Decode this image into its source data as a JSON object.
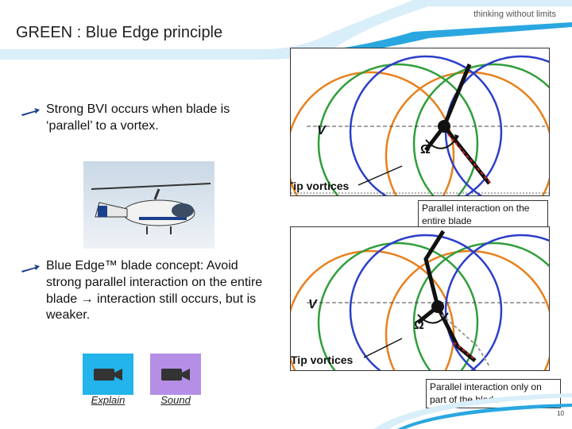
{
  "header": {
    "tagline": "thinking without limits",
    "title": "GREEN : Blue Edge principle"
  },
  "bullets": [
    {
      "text": "Strong BVI occurs when blade is ‘parallel’ to a vortex."
    },
    {
      "text": "Blue Edge™ blade concept: Avoid strong  parallel interaction on the entire blade → interaction still occurs, but is weaker."
    }
  ],
  "diagram1": {
    "v_label": "V",
    "omega_label": "Ω",
    "tip_label": "Tip vortices",
    "callout": "Parallel interaction on the entire blade"
  },
  "diagram2": {
    "v_label": "V",
    "omega_label": "Ω",
    "tip_label": "Tip vortices",
    "callout": "Parallel interaction only on part of the blade"
  },
  "media": {
    "explain": "Explain",
    "sound": "Sound"
  },
  "footer": {
    "page": "10"
  },
  "colors": {
    "accent_blue": "#2aa7e0",
    "vortex_orange": "#e8801c",
    "vortex_green": "#2f9e3a",
    "vortex_blue": "#2b3fc9",
    "blade_red": "#cc1f1f",
    "explain_bg": "#22b4ea",
    "sound_bg": "#b58ee6"
  },
  "icons": [
    "arrow-bullet-icon",
    "video-camera-icon",
    "helicopter-photo"
  ]
}
